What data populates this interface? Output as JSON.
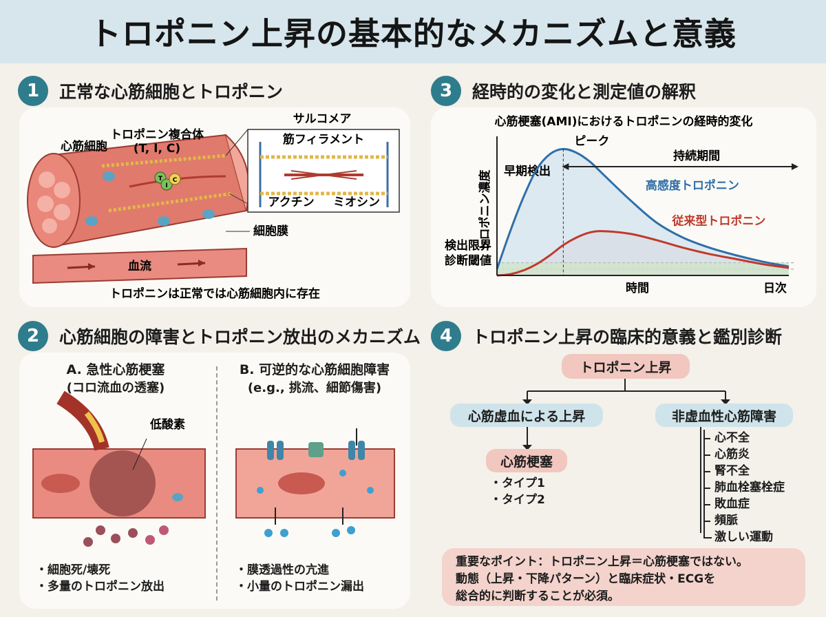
{
  "title": "トロポニン上昇の基本的なメカニズムと意義",
  "sections": {
    "s1": {
      "num": "1",
      "title": "正常な心筋細胞とトロポニン",
      "label_cell": "心筋細胞",
      "label_complex": "トロポニン複合体",
      "label_complex_sub": "(T, I, C)",
      "label_sarcomere": "サルコメア",
      "label_filament": "筋フィラメント",
      "label_actin": "アクチン",
      "label_myosin": "ミオシン",
      "label_membrane": "細胞膜",
      "label_blood": "血流",
      "caption": "トロポニンは正常では心筋細胞内に存在",
      "tc_letters": [
        "T",
        "I",
        "C"
      ]
    },
    "s2": {
      "num": "2",
      "title": "心筋細胞の障害とトロポニン放出のメカニズム",
      "a_title": "A. 急性心筋梗塞",
      "a_sub": "(コロ流血の透塞)",
      "a_label": "低酸素",
      "a_bullets": [
        "・細胞死/壊死",
        "・多量のトロポニン放出"
      ],
      "b_title": "B. 可逆的な心筋細胞障害",
      "b_sub": "(e.g., 挑流、細節傷害)",
      "b_bullets": [
        "・膜透過性の亢進",
        "・小量のトロポニン漏出"
      ]
    },
    "s3": {
      "num": "3",
      "title": "経時的の変化と測定値の解釈",
      "chart_title": "心筋梗塞(AMI)におけるトロポニンの経時的変化",
      "label_peak": "ピーク",
      "label_duration": "持続期間",
      "label_early": "早期検出",
      "label_detect": "検出限界",
      "label_threshold": "診断閾値"
    },
    "s4": {
      "num": "4",
      "title": "トロポニン上昇の臨床的意義と鑑別診断",
      "root": "トロポニン上昇",
      "left": "心筋虚血による上昇",
      "left_child": "心筋梗塞",
      "left_items": [
        "・タイプ1",
        "・タイプ2"
      ],
      "right": "非虚血性心筋障害",
      "right_items": [
        "心不全",
        "心筋炎",
        "腎不全",
        "肺血栓塞栓症",
        "敗血症",
        "頻脈",
        "激しい運動"
      ],
      "note": [
        "重要なポイント：トロポニン上昇＝心筋梗塞ではない。",
        "動態（上昇・下降パターン）と臨床症状・ECGを",
        "総合的に判断することが必須。"
      ]
    }
  },
  "chart_data": {
    "type": "line",
    "title": "心筋梗塞(AMI)におけるトロポニンの経時的変化",
    "xlabel": "時間",
    "x_unit": "日次",
    "ylabel": "トロポニン濃度",
    "x": [
      0,
      0.5,
      1,
      1.5,
      2,
      2.5,
      3,
      3.5,
      4,
      5,
      6,
      7,
      8,
      9,
      10,
      11
    ],
    "series": [
      {
        "name": "高感度トロポニン",
        "color": "#2f6fa8",
        "values": [
          0.05,
          0.35,
          0.62,
          0.84,
          0.96,
          1.0,
          0.97,
          0.9,
          0.8,
          0.6,
          0.42,
          0.3,
          0.22,
          0.16,
          0.11,
          0.07
        ]
      },
      {
        "name": "従来型トロポニン",
        "color": "#c0392b",
        "values": [
          0.0,
          0.01,
          0.04,
          0.09,
          0.16,
          0.24,
          0.3,
          0.34,
          0.35,
          0.33,
          0.28,
          0.22,
          0.17,
          0.13,
          0.09,
          0.06
        ]
      }
    ],
    "peak_x": 2.5,
    "detection_limit": 0.1,
    "diagnostic_threshold": 0.05,
    "xlim": [
      0,
      11
    ],
    "ylim": [
      0,
      1.1
    ],
    "grid": false
  },
  "colors": {
    "accent": "#2f7d8c",
    "title_bg": "#d6e6ec",
    "pill_blue": "#cfe3ea",
    "pill_red": "#f1c7bf",
    "note_bg": "#f3d3cc"
  }
}
